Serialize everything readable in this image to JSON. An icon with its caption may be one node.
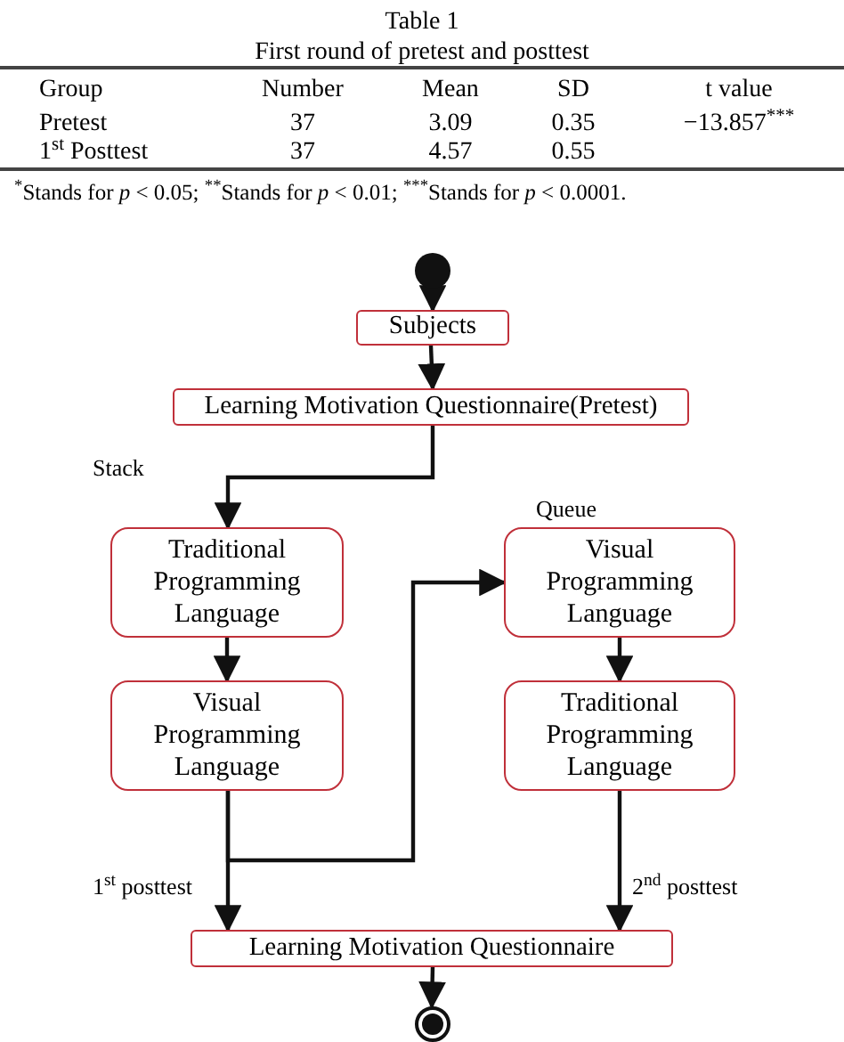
{
  "diagram": {
    "nodes": [
      {
        "text": [],
        "shape": "circle"
      },
      {
        "text": [
          "Subjects"
        ]
      },
      {
        "text": [
          "Learning Motivation Questionnaire(Pretest)"
        ]
      },
      {
        "text": [
          "Traditional Programming Language"
        ]
      },
      {
        "text": [
          "Visual Programming Language"
        ],
        "beside": [
          "Queue"
        ]
      },
      {
        "text": [
          "Visual Programming Language"
        ]
      },
      {
        "text": [
          "Traditional Programming Language"
        ]
      },
      {
        "text": [
          "Learning Motivation Questionnaire"
        ]
      },
      {
        "text": [],
        "shape": "bullseye"
      }
    ],
    "edges": [
      {
        "from": 0,
        "to": 1,
        "arrow": "to"
      },
      {
        "from": 1,
        "to": 2,
        "arrow": "to"
      },
      {
        "from": 2,
        "to": 3,
        "arrow": "to",
        "label": "Stack"
      },
      {
        "from": 3,
        "to": 5,
        "arrow": "to"
      },
      {
        "from": 5,
        "to": 7,
        "arrow": "to",
        "label": "1$^{st}$ posttest"
      },
      {
        "from": 5,
        "to": 4,
        "arrow": "to"
      },
      {
        "from": 4,
        "to": 6,
        "arrow": "to"
      },
      {
        "from": 6,
        "to": 7,
        "arrow": "to",
        "label": "2$^{nd}$ posttest"
      },
      {
        "from": 7,
        "to": 8,
        "arrow": "to"
      }
    ],
    "labels": [
      "Table 1",
      "First round of pretest and posttest",
      "Group",
      "Number",
      "Mean",
      "SD",
      "t value",
      "Pretest",
      "37",
      "3.09",
      "0.35",
      "−13.857$^{***}$",
      "1$^{st}$ Posttest",
      "37",
      "4.57",
      "0.55",
      "$^{*}$Stands for *p* < 0.05; $^{**}$Stands for *p* < 0.01; $^{***}$Stands for *p* < 0.0001."
    ]
  }
}
